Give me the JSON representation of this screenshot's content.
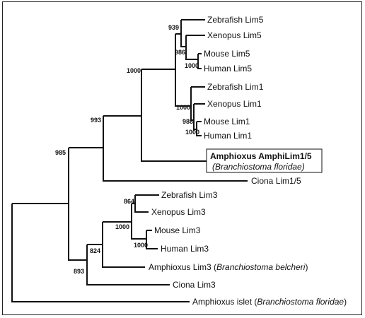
{
  "tree": {
    "leaves": {
      "zf_lim5": "Zebrafish Lim5",
      "xen_lim5": "Xenopus Lim5",
      "mouse_lim5": "Mouse Lim5",
      "human_lim5": "Human Lim5",
      "zf_lim1": "Zebrafish Lim1",
      "xen_lim1": "Xenopus Lim1",
      "mouse_lim1": "Mouse Lim1",
      "human_lim1": "Human Lim1",
      "amphi_lim15": "Amphioxus AmphiLim1/5",
      "amphi_lim15_species": "(Branchiostoma floridae)",
      "ciona_lim15": "Ciona Lim1/5",
      "zf_lim3": "Zebrafish Lim3",
      "xen_lim3": "Xenopus Lim3",
      "mouse_lim3": "Mouse Lim3",
      "human_lim3": "Human Lim3",
      "amphi_lim3_prefix": "Amphioxus Lim3 (",
      "amphi_lim3_species": "Branchiostoma belcheri",
      "amphi_lim3_suffix": ")",
      "ciona_lim3": "Ciona Lim3",
      "amphi_islet_prefix": "Amphioxus islet (",
      "amphi_islet_species": "Branchiostoma floridae",
      "amphi_islet_suffix": ")"
    },
    "bootstrap": {
      "b939": "939",
      "b986": "986",
      "b1000_lim5": "1000",
      "b1000_lim15": "1000",
      "b1000_lim1": "1000",
      "b988": "988",
      "b1000_ml1": "1000",
      "b993": "993",
      "b985": "985",
      "b864": "864",
      "b1000_lim3": "1000",
      "b1000_ml3": "1000",
      "b824": "824",
      "b893": "893"
    }
  }
}
